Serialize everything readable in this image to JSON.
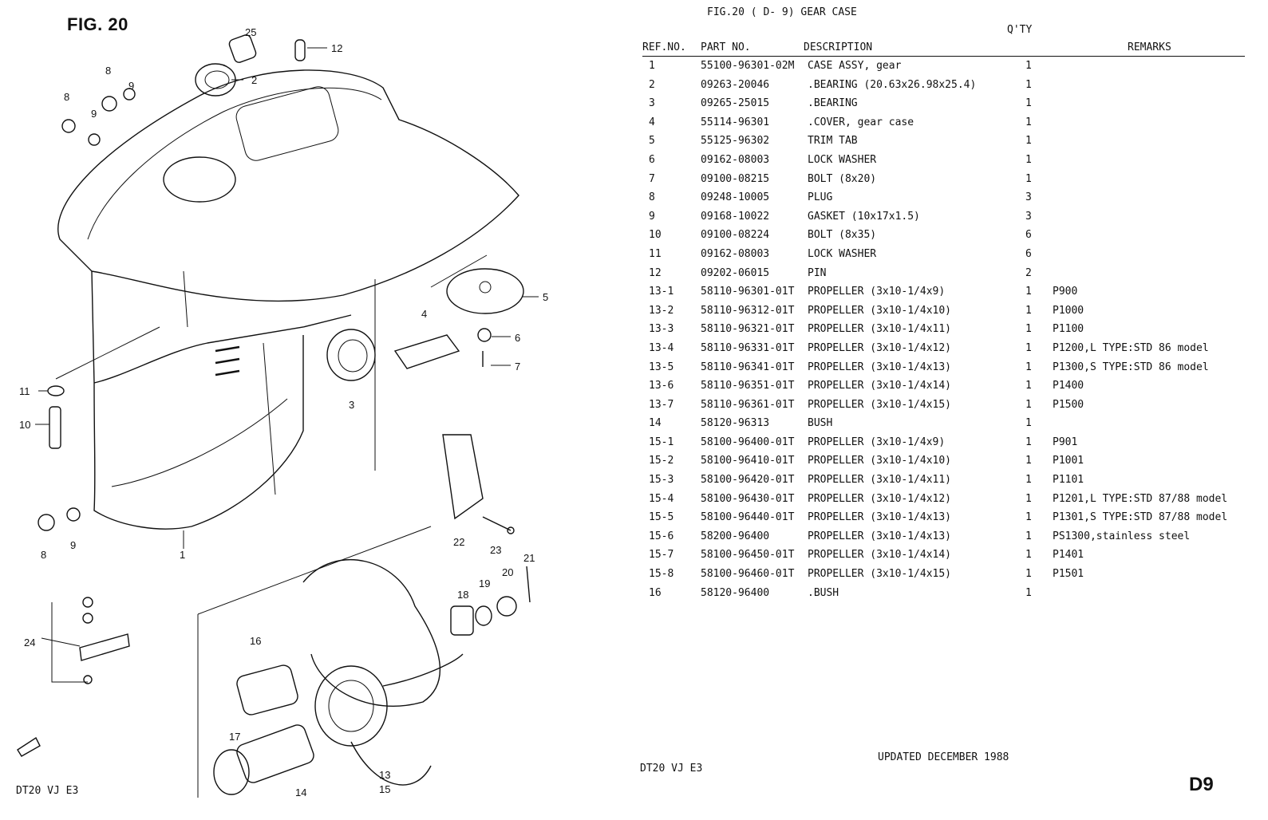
{
  "left": {
    "fig_title": "FIG. 20",
    "footer_code": "DT20 VJ E3",
    "callouts": [
      "25",
      "12",
      "2",
      "8",
      "9",
      "8",
      "9",
      "5",
      "4",
      "6",
      "7",
      "3",
      "11",
      "10",
      "8",
      "9",
      "1",
      "22",
      "23",
      "21",
      "20",
      "19",
      "18",
      "16",
      "24",
      "17",
      "14",
      "13",
      "15"
    ]
  },
  "right": {
    "header": "FIG.20 ( D- 9) GEAR CASE",
    "qty_header": "Q'TY",
    "columns": {
      "ref": "REF.NO.",
      "part": "PART NO.",
      "desc": "DESCRIPTION",
      "remarks": "REMARKS"
    },
    "rows": [
      {
        "ref": "1",
        "part": "55100-96301-02M",
        "desc": "CASE ASSY, gear",
        "qty": "1",
        "remarks": ""
      },
      {
        "ref": "2",
        "part": "09263-20046",
        "desc": ".BEARING (20.63x26.98x25.4)",
        "qty": "1",
        "remarks": ""
      },
      {
        "ref": "3",
        "part": "09265-25015",
        "desc": ".BEARING",
        "qty": "1",
        "remarks": ""
      },
      {
        "ref": "4",
        "part": "55114-96301",
        "desc": ".COVER, gear case",
        "qty": "1",
        "remarks": ""
      },
      {
        "ref": "5",
        "part": "55125-96302",
        "desc": "TRIM TAB",
        "qty": "1",
        "remarks": ""
      },
      {
        "ref": "6",
        "part": "09162-08003",
        "desc": "LOCK WASHER",
        "qty": "1",
        "remarks": ""
      },
      {
        "ref": "7",
        "part": "09100-08215",
        "desc": "BOLT (8x20)",
        "qty": "1",
        "remarks": ""
      },
      {
        "ref": "8",
        "part": "09248-10005",
        "desc": "PLUG",
        "qty": "3",
        "remarks": ""
      },
      {
        "ref": "9",
        "part": "09168-10022",
        "desc": "GASKET (10x17x1.5)",
        "qty": "3",
        "remarks": ""
      },
      {
        "ref": "10",
        "part": "09100-08224",
        "desc": "BOLT (8x35)",
        "qty": "6",
        "remarks": ""
      },
      {
        "ref": "11",
        "part": "09162-08003",
        "desc": "LOCK WASHER",
        "qty": "6",
        "remarks": ""
      },
      {
        "ref": "12",
        "part": "09202-06015",
        "desc": "PIN",
        "qty": "2",
        "remarks": ""
      },
      {
        "ref": "13-1",
        "part": "58110-96301-01T",
        "desc": "PROPELLER (3x10-1/4x9)",
        "qty": "1",
        "remarks": "P900"
      },
      {
        "ref": "13-2",
        "part": "58110-96312-01T",
        "desc": "PROPELLER (3x10-1/4x10)",
        "qty": "1",
        "remarks": "P1000"
      },
      {
        "ref": "13-3",
        "part": "58110-96321-01T",
        "desc": "PROPELLER (3x10-1/4x11)",
        "qty": "1",
        "remarks": "P1100"
      },
      {
        "ref": "13-4",
        "part": "58110-96331-01T",
        "desc": "PROPELLER (3x10-1/4x12)",
        "qty": "1",
        "remarks": "P1200,L TYPE:STD 86 model"
      },
      {
        "ref": "13-5",
        "part": "58110-96341-01T",
        "desc": "PROPELLER (3x10-1/4x13)",
        "qty": "1",
        "remarks": "P1300,S TYPE:STD 86 model"
      },
      {
        "ref": "13-6",
        "part": "58110-96351-01T",
        "desc": "PROPELLER (3x10-1/4x14)",
        "qty": "1",
        "remarks": "P1400"
      },
      {
        "ref": "13-7",
        "part": "58110-96361-01T",
        "desc": "PROPELLER (3x10-1/4x15)",
        "qty": "1",
        "remarks": "P1500"
      },
      {
        "ref": "14",
        "part": "58120-96313",
        "desc": "BUSH",
        "qty": "1",
        "remarks": ""
      },
      {
        "ref": "15-1",
        "part": "58100-96400-01T",
        "desc": "PROPELLER (3x10-1/4x9)",
        "qty": "1",
        "remarks": "P901"
      },
      {
        "ref": "15-2",
        "part": "58100-96410-01T",
        "desc": "PROPELLER (3x10-1/4x10)",
        "qty": "1",
        "remarks": "P1001"
      },
      {
        "ref": "15-3",
        "part": "58100-96420-01T",
        "desc": "PROPELLER (3x10-1/4x11)",
        "qty": "1",
        "remarks": "P1101"
      },
      {
        "ref": "15-4",
        "part": "58100-96430-01T",
        "desc": "PROPELLER (3x10-1/4x12)",
        "qty": "1",
        "remarks": "P1201,L TYPE:STD 87/88 model"
      },
      {
        "ref": "15-5",
        "part": "58100-96440-01T",
        "desc": "PROPELLER (3x10-1/4x13)",
        "qty": "1",
        "remarks": "P1301,S TYPE:STD 87/88 model"
      },
      {
        "ref": "15-6",
        "part": "58200-96400",
        "desc": "PROPELLER (3x10-1/4x13)",
        "qty": "1",
        "remarks": "PS1300,stainless steel"
      },
      {
        "ref": "15-7",
        "part": "58100-96450-01T",
        "desc": "PROPELLER (3x10-1/4x14)",
        "qty": "1",
        "remarks": "P1401"
      },
      {
        "ref": "15-8",
        "part": "58100-96460-01T",
        "desc": "PROPELLER (3x10-1/4x15)",
        "qty": "1",
        "remarks": "P1501"
      },
      {
        "ref": "16",
        "part": "58120-96400",
        "desc": ".BUSH",
        "qty": "1",
        "remarks": ""
      }
    ],
    "updated": "UPDATED DECEMBER 1988",
    "bottom_code": "DT20 VJ E3",
    "page_code": "D9"
  }
}
